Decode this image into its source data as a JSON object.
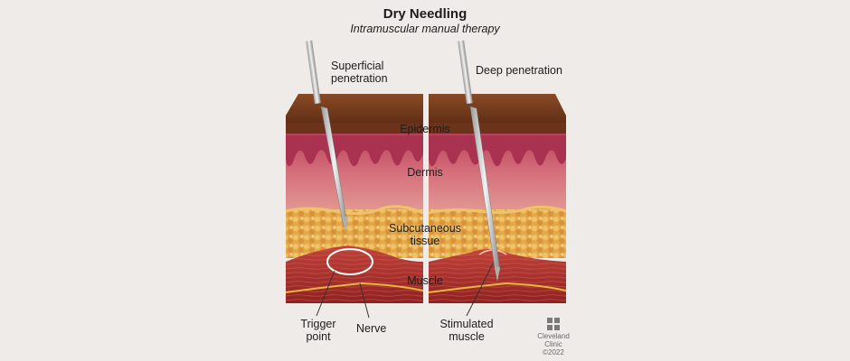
{
  "title": "Dry Needling",
  "subtitle": "Intramuscular manual therapy",
  "labels": {
    "superficial": "Superficial penetration",
    "superficial_line1": "Superficial",
    "superficial_line2": "penetration",
    "deep": "Deep penetration",
    "epidermis": "Epidermis",
    "dermis": "Dermis",
    "subcutaneous_line1": "Subcutaneous",
    "subcutaneous_line2": "tissue",
    "muscle": "Muscle",
    "trigger_line1": "Trigger",
    "trigger_line2": "point",
    "nerve": "Nerve",
    "stimulated_line1": "Stimulated",
    "stimulated_line2": "muscle"
  },
  "logo": {
    "line1": "Cleveland",
    "line2": "Clinic",
    "copyright": "©2022"
  },
  "colors": {
    "background": "#efebe8",
    "skin_surface": "#7b3f1f",
    "epidermis": "#d98f82",
    "dermis": "#c95a6a",
    "subcutaneous_fat": "#e3a24a",
    "muscle": "#b5342f",
    "nerve": "#e8b63a"
  }
}
